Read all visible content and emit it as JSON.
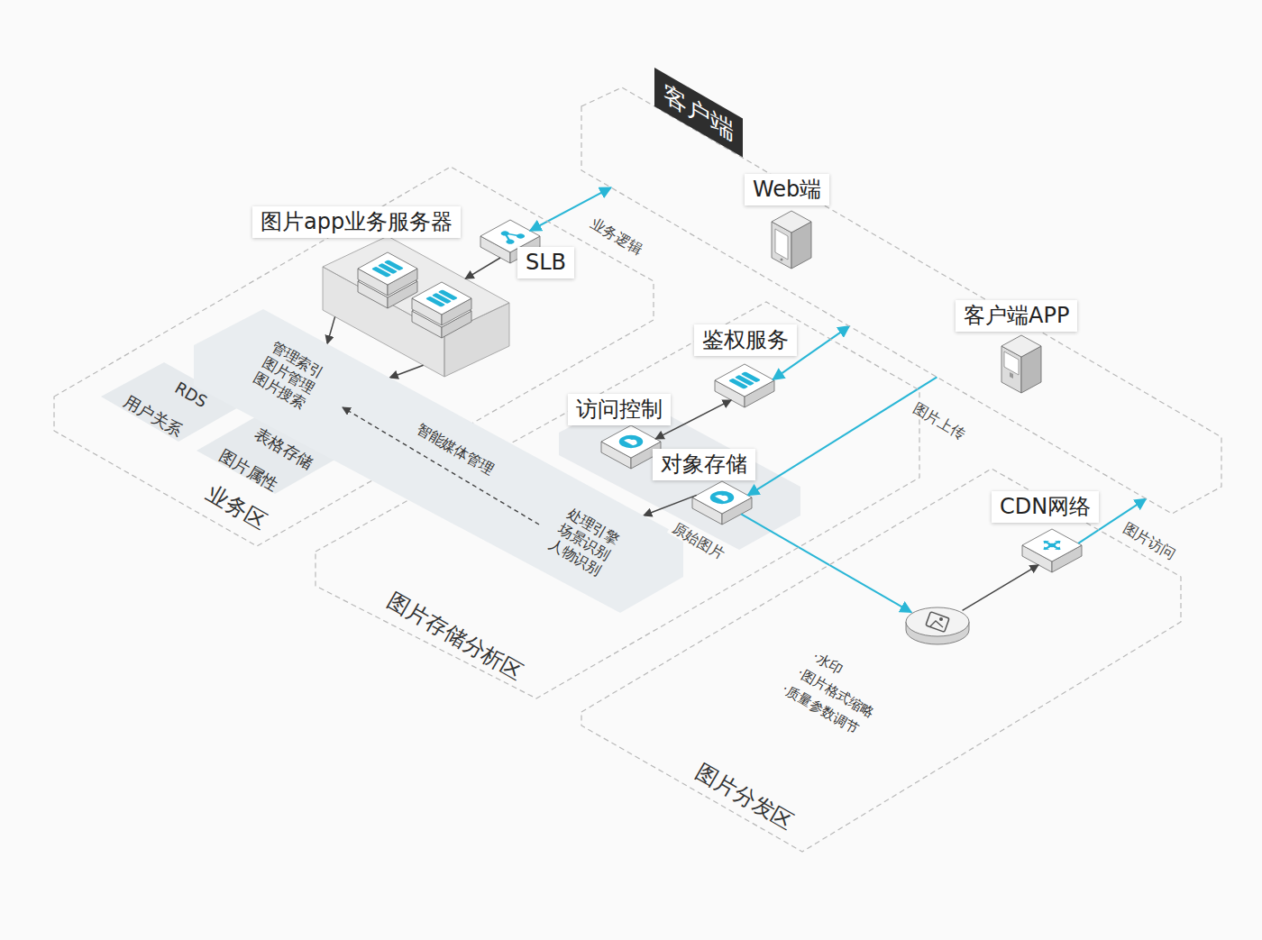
{
  "diagram": {
    "nodes": [
      {
        "text": [
          "客户端"
        ]
      },
      {
        "text": [
          "Web端"
        ],
        "in": 0
      },
      {
        "text": [
          "客户端APP"
        ],
        "in": 0
      },
      {
        "text": [
          "业务区"
        ]
      },
      {
        "text": [
          "图片app业务服务器"
        ],
        "in": 3
      },
      {
        "text": [
          "SLB"
        ],
        "in": 3
      },
      {
        "text": [
          "RDS",
          "用户关系"
        ],
        "in": 3
      },
      {
        "text": [
          "表格存储",
          "图片属性"
        ],
        "in": 3
      },
      {
        "text": [
          "图片存储分析区"
        ]
      },
      {
        "text": [
          "管理索引 图片管理 图片搜索",
          "智能媒体管理",
          "处理引擎 场景识别 人物识别"
        ],
        "in": 8
      },
      {
        "text": [
          "鉴权服务"
        ],
        "in": 8
      },
      {
        "text": [
          "访问控制"
        ],
        "in": 8
      },
      {
        "text": [
          "对象存储"
        ],
        "in": 8
      },
      {
        "text": [
          "图片分发区"
        ]
      },
      {
        "text": [
          "·水印",
          "·图片格式缩略",
          "·质量参数调节"
        ],
        "in": 13
      },
      {
        "text": [
          "CDN网络"
        ],
        "in": 13
      }
    ],
    "edges": [
      {
        "from": 5,
        "to": 0,
        "label": "业务逻辑",
        "arrow": "both"
      },
      {
        "from": 5,
        "to": 4,
        "arrow": "to"
      },
      {
        "from": 4,
        "to": 9,
        "arrow": "to"
      },
      {
        "from": 4,
        "to": 9,
        "arrow": "to"
      },
      {
        "from": 10,
        "to": 0,
        "arrow": "both"
      },
      {
        "from": 10,
        "to": 11,
        "arrow": "both"
      },
      {
        "from": 0,
        "to": 12,
        "label": "图片上传",
        "arrow": "to"
      },
      {
        "from": 12,
        "to": 9,
        "label": "原始图片",
        "arrow": "to"
      },
      {
        "from": 12,
        "to": 14,
        "arrow": "to"
      },
      {
        "from": 14,
        "to": 15,
        "arrow": "to"
      },
      {
        "from": 15,
        "to": 0,
        "label": "图片访问",
        "arrow": "to"
      }
    ]
  }
}
